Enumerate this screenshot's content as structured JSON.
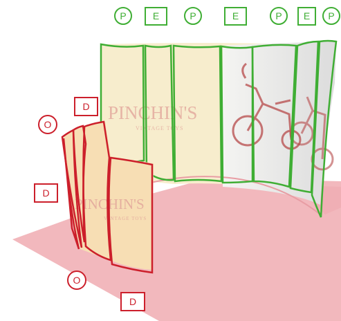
{
  "colors": {
    "green": "#3fae34",
    "red": "#cc1f2b",
    "floor": "#f2b8bd",
    "panel_fill": "#f7deb4",
    "back_panel_fill": "#f7edcd",
    "photo_fill": "#ececec"
  },
  "green_labels": [
    {
      "text": "P",
      "shape": "circle"
    },
    {
      "text": "E",
      "shape": "square"
    },
    {
      "text": "P",
      "shape": "circle"
    },
    {
      "text": "E",
      "shape": "square"
    },
    {
      "text": "P",
      "shape": "circle"
    },
    {
      "text": "E",
      "shape": "square"
    },
    {
      "text": "P",
      "shape": "circle"
    }
  ],
  "red_labels": [
    {
      "text": "D",
      "shape": "square"
    },
    {
      "text": "O",
      "shape": "circle"
    },
    {
      "text": "D",
      "shape": "square"
    },
    {
      "text": "O",
      "shape": "circle"
    },
    {
      "text": "D",
      "shape": "square"
    }
  ],
  "back_wall_graphic": {
    "brand": "PINCHIN'S",
    "tagline": "VINTAGE TOYS"
  },
  "front_wall_graphic": {
    "brand": "PINCHIN'S",
    "tagline": "VINTAGE TOYS"
  },
  "icons": {
    "bicycle_main": "tricycle-icon",
    "bicycle_side": "tricycle-icon"
  }
}
